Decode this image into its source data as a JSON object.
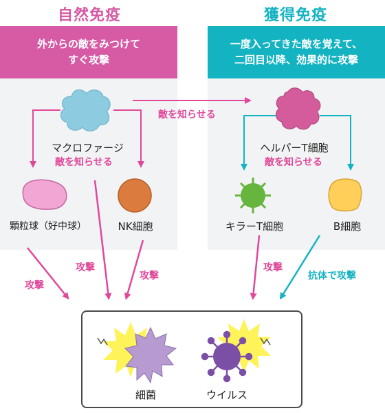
{
  "innate": {
    "title": "自然免疫",
    "description": "外からの敵をみつけて\nすぐ攻撃",
    "color": "#d65aa4"
  },
  "acquired": {
    "title": "獲得免疫",
    "description": "一度入ってきた敵を覚えて、\n二回目以降、効果的に攻撃",
    "color": "#13b3c2"
  },
  "cells": {
    "macrophage": "マクロファージ",
    "granulocyte": "顆粒球（好中球）",
    "nk": "NK細胞",
    "helper_t": "ヘルパーT細胞",
    "killer_t": "キラーT細胞",
    "b_cell": "B細胞"
  },
  "actions": {
    "notify_bridge": "敵を知らせる",
    "notify_macrophage": "敵を知らせる",
    "notify_helper": "敵を知らせる",
    "attack_granulocyte": "攻撃",
    "attack_macrophage": "攻撃",
    "attack_nk": "攻撃",
    "attack_killer": "攻撃",
    "antibody_attack": "抗体で攻撃"
  },
  "targets": {
    "bacteria": "細菌",
    "virus": "ウイルス"
  },
  "icons": [
    "macrophage-blob-icon",
    "granulocyte-cell-icon",
    "nk-cell-icon",
    "helper-t-cell-icon",
    "killer-t-cell-icon",
    "b-cell-icon",
    "bacteria-icon",
    "virus-icon",
    "spark-burst-icon",
    "zigzag-icon"
  ],
  "colors": {
    "pink_arrow": "#e0489a",
    "teal_arrow": "#13b3c2",
    "macrophage": "#8ccbe0",
    "granulocyte": "#f1a6d3",
    "nk": "#db7b3d",
    "helper_t": "#d45b9c",
    "killer_t": "#66b53e",
    "b_cell": "#ffcf5a",
    "bacteria": "#b79ad0",
    "virus": "#7b4fa6",
    "burst": "#fff35a"
  }
}
